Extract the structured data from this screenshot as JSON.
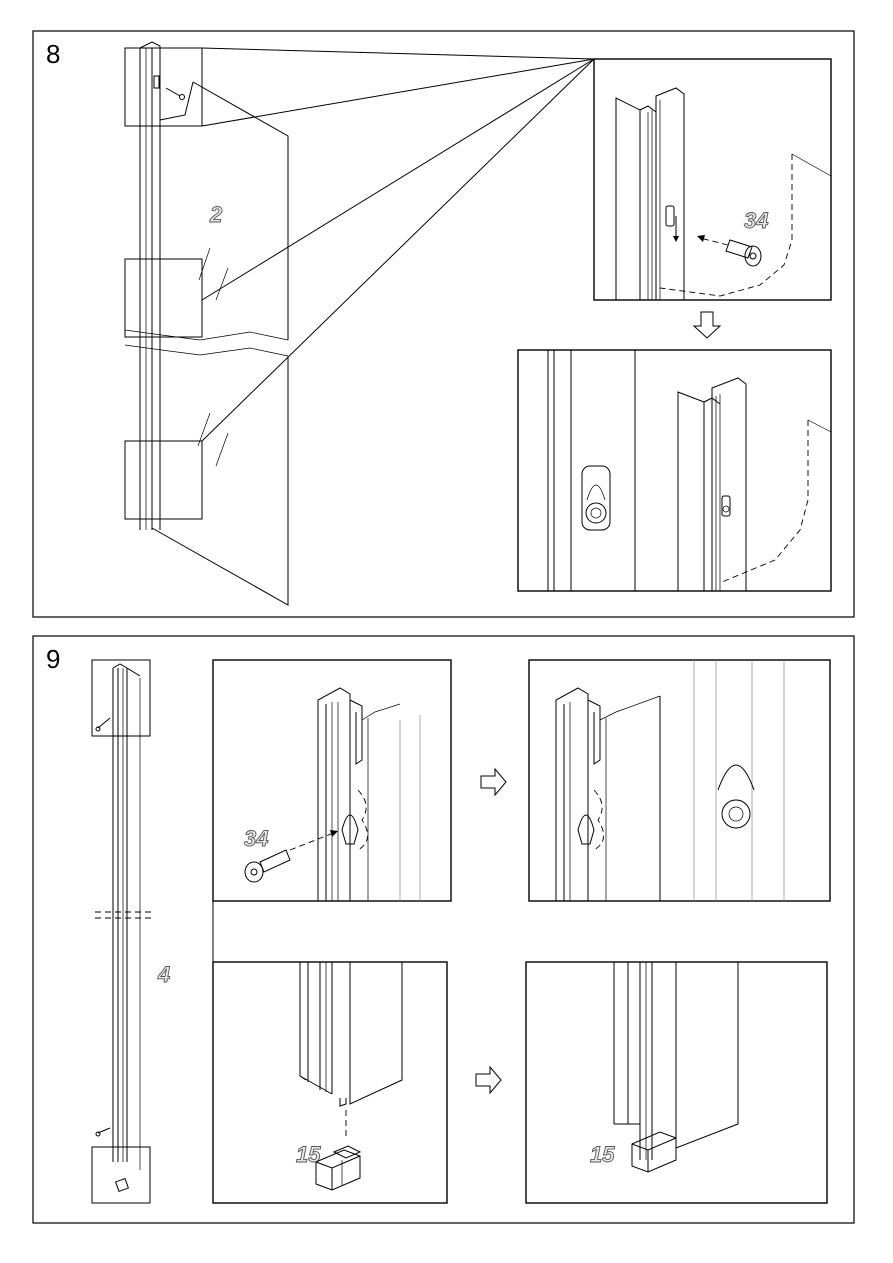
{
  "steps": [
    {
      "number": "8",
      "parts": {
        "glass_panel": "2",
        "screw": "34"
      }
    },
    {
      "number": "9",
      "parts": {
        "profile": "4",
        "screw": "34",
        "end_cap": "15",
        "end_cap_result": "15"
      }
    }
  ],
  "icons": {
    "next_arrow_down": "hollow-arrow-down-icon",
    "next_arrow_right": "hollow-arrow-right-icon",
    "screw": "screw-icon",
    "screw_head": "torx-screw-head-icon",
    "end_cap": "end-cap-icon"
  },
  "colors": {
    "line": "#000000",
    "background": "#ffffff",
    "hidden_line": "#888888"
  }
}
